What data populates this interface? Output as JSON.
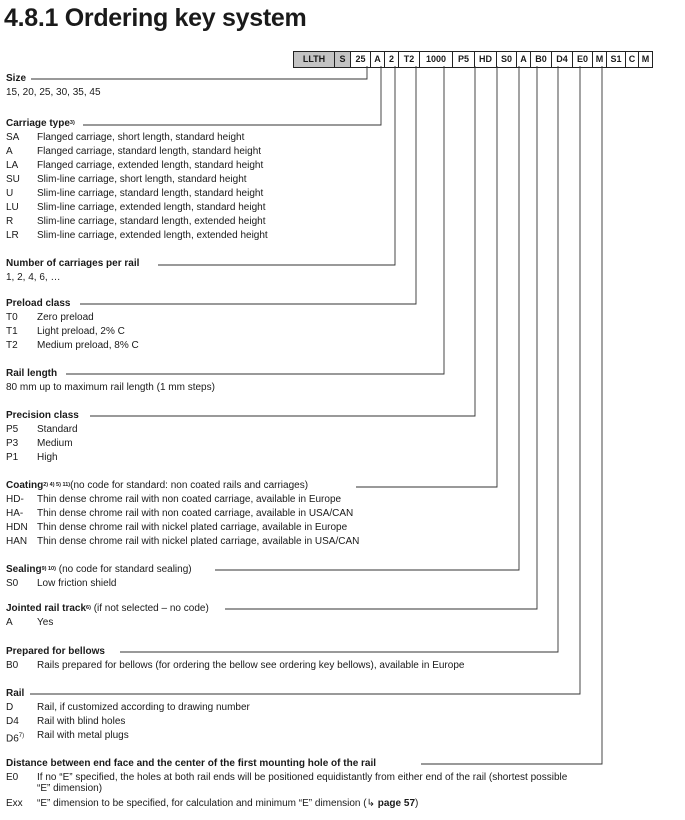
{
  "title": "4.8.1 Ordering key system",
  "key_codes": [
    "LLTH",
    "S",
    "25",
    "A",
    "2",
    "T2",
    "1000",
    "P5",
    "HD",
    "S0",
    "A",
    "B0",
    "D4",
    "E0",
    "M",
    "S1",
    "C",
    "M"
  ],
  "sections": {
    "size": {
      "heading": "Size",
      "values": "15, 20, 25, 30, 35, 45"
    },
    "carriage": {
      "heading": "Carriage type",
      "sup": "3)",
      "rows": [
        {
          "code": "SA",
          "desc": "Flanged carriage, short length, standard height"
        },
        {
          "code": "A",
          "desc": "Flanged carriage, standard length, standard height"
        },
        {
          "code": "LA",
          "desc": "Flanged carriage, extended length, standard height"
        },
        {
          "code": "SU",
          "desc": "Slim-line carriage, short length, standard height"
        },
        {
          "code": "U",
          "desc": "Slim-line carriage, standard length, standard height"
        },
        {
          "code": "LU",
          "desc": "Slim-line carriage, extended length, standard height"
        },
        {
          "code": "R",
          "desc": "Slim-line carriage, standard length, extended height"
        },
        {
          "code": "LR",
          "desc": "Slim-line carriage, extended length, extended height"
        }
      ]
    },
    "number": {
      "heading": "Number of carriages per rail",
      "values": "1, 2, 4, 6, …"
    },
    "preload": {
      "heading": "Preload class",
      "rows": [
        {
          "code": "T0",
          "desc": "Zero preload"
        },
        {
          "code": "T1",
          "desc": "Light preload, 2% C"
        },
        {
          "code": "T2",
          "desc": "Medium preload, 8% C"
        }
      ]
    },
    "length": {
      "heading": "Rail length",
      "values": "80 mm up to maximum rail length (1 mm steps)"
    },
    "precision": {
      "heading": "Precision class",
      "rows": [
        {
          "code": "P5",
          "desc": "Standard"
        },
        {
          "code": "P3",
          "desc": "Medium"
        },
        {
          "code": "P1",
          "desc": "High"
        }
      ]
    },
    "coating": {
      "heading": "Coating",
      "sup": "2) 4) 5) 11)",
      "note": "(no code for standard: non coated rails and carriages)",
      "rows": [
        {
          "code": "HD-",
          "desc": "Thin dense chrome rail with non coated carriage, available in Europe"
        },
        {
          "code": "HA-",
          "desc": "Thin dense chrome rail with non coated carriage, available in USA/CAN"
        },
        {
          "code": "HDN",
          "desc": "Thin dense chrome rail with nickel plated carriage, available in Europe"
        },
        {
          "code": "HAN",
          "desc": "Thin dense chrome rail with nickel plated carriage, available in USA/CAN"
        }
      ]
    },
    "sealing": {
      "heading": "Sealing",
      "sup": "9) 10)",
      "note": "(no code for standard sealing)",
      "rows": [
        {
          "code": "S0",
          "desc": "Low friction shield"
        }
      ]
    },
    "jointed": {
      "heading": "Jointed rail track",
      "sup": "6)",
      "note": "(if not selected – no code)",
      "rows": [
        {
          "code": "A",
          "desc": "Yes"
        }
      ]
    },
    "bellows": {
      "heading": "Prepared for bellows",
      "rows": [
        {
          "code": "B0",
          "desc": "Rails prepared for bellows (for ordering the bellow see ordering key bellows), available in Europe"
        }
      ]
    },
    "rail": {
      "heading": "Rail",
      "rows": [
        {
          "code": "D",
          "desc": "Rail, if customized according to drawing number"
        },
        {
          "code": "D4",
          "desc": "Rail with blind holes"
        },
        {
          "code": "D6",
          "sup": "7)",
          "desc": "Rail with metal plugs"
        }
      ]
    },
    "distance": {
      "heading": "Distance between end face and the center of the first mounting hole of the rail",
      "e0_code": "E0",
      "e0_desc": "If no “E” specified, the holes at both rail ends will be positioned equidistantly from either end of the rail (shortest possible “E” dimension)",
      "exx_code": "Exx",
      "exx_desc": "“E” dimension to be specified, for calculation and minimum “E” dimension (",
      "exx_arrow": "↳",
      "exx_link": "page 57",
      "exx_end": ")"
    }
  }
}
